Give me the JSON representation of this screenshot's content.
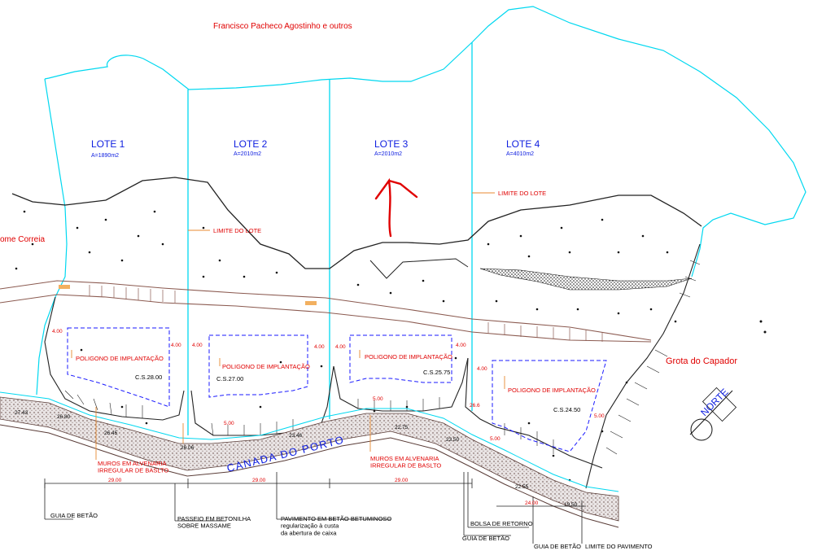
{
  "owners": {
    "north": "Francisco Pacheco Agostinho e outros"
  },
  "neighbors": {
    "west": "ome Correia",
    "east": "Grota do Capador"
  },
  "lots": [
    {
      "label": "LOTE  1",
      "area": "A=1890m2",
      "level": "C.S.28.00",
      "polygon": "POLIGONO DE IMPLANTAÇÃO"
    },
    {
      "label": "LOTE  2",
      "area": "A=2010m2",
      "level": "C.S.27.00",
      "polygon": "POLIGONO DE IMPLANTAÇÃO"
    },
    {
      "label": "LOTE  3",
      "area": "A=2010m2",
      "level": "C.S.25.75",
      "polygon": "POLIGONO DE IMPLANTAÇÃO"
    },
    {
      "label": "LOTE  4",
      "area": "A=4010m2",
      "level": "C.S.24.50",
      "polygon": "POLIGONO DE IMPLANTAÇÃO"
    }
  ],
  "lot_limit": "LIMITE DO LOTE",
  "road": {
    "name": "CANADA  DO  PORTO"
  },
  "walls": "MUROS EM ALVENARIA\nIRREGULAR DE BASLTO",
  "north": "NORTE",
  "dimensions": {
    "setbacks": [
      "4.00",
      "4.00",
      "4.00",
      "4.00",
      "4.00",
      "4.00",
      "4.00",
      "5.00",
      "5.00",
      "5.00",
      "5.00"
    ],
    "frontage": [
      "29.00",
      "29.00",
      "29.00",
      "24.00"
    ],
    "elevations": [
      "27.43",
      "26.80",
      "26.45",
      "26.06",
      "23.46",
      "22.75",
      "23.50",
      "26.6",
      "19.50",
      "22.55"
    ]
  },
  "legend": {
    "guia_betao_1": "GUIA DE BETÃO",
    "passeio": "PASSEIO EM BETONILHA\nSOBRE MASSAME",
    "pavimento": "PAVIMENTO EM BETÃO BETUMINOSO\nregularização à custa\nda abertura de caixa",
    "bolsa": "BOLSA DE RETORNO",
    "guia_betao_2": "GUIA DE BETÃO",
    "guia_betao_3": "GUIA DE BETÃO",
    "limite_pavimento": "LIMITE DO PAVIMENTO"
  },
  "colors": {
    "boundary": "#00d8f0",
    "road_line": "#8b5a50",
    "annotation": "#e00000",
    "lot_text": "#1020e0",
    "polygon": "#1a1aff",
    "leader": "#e88a30"
  }
}
